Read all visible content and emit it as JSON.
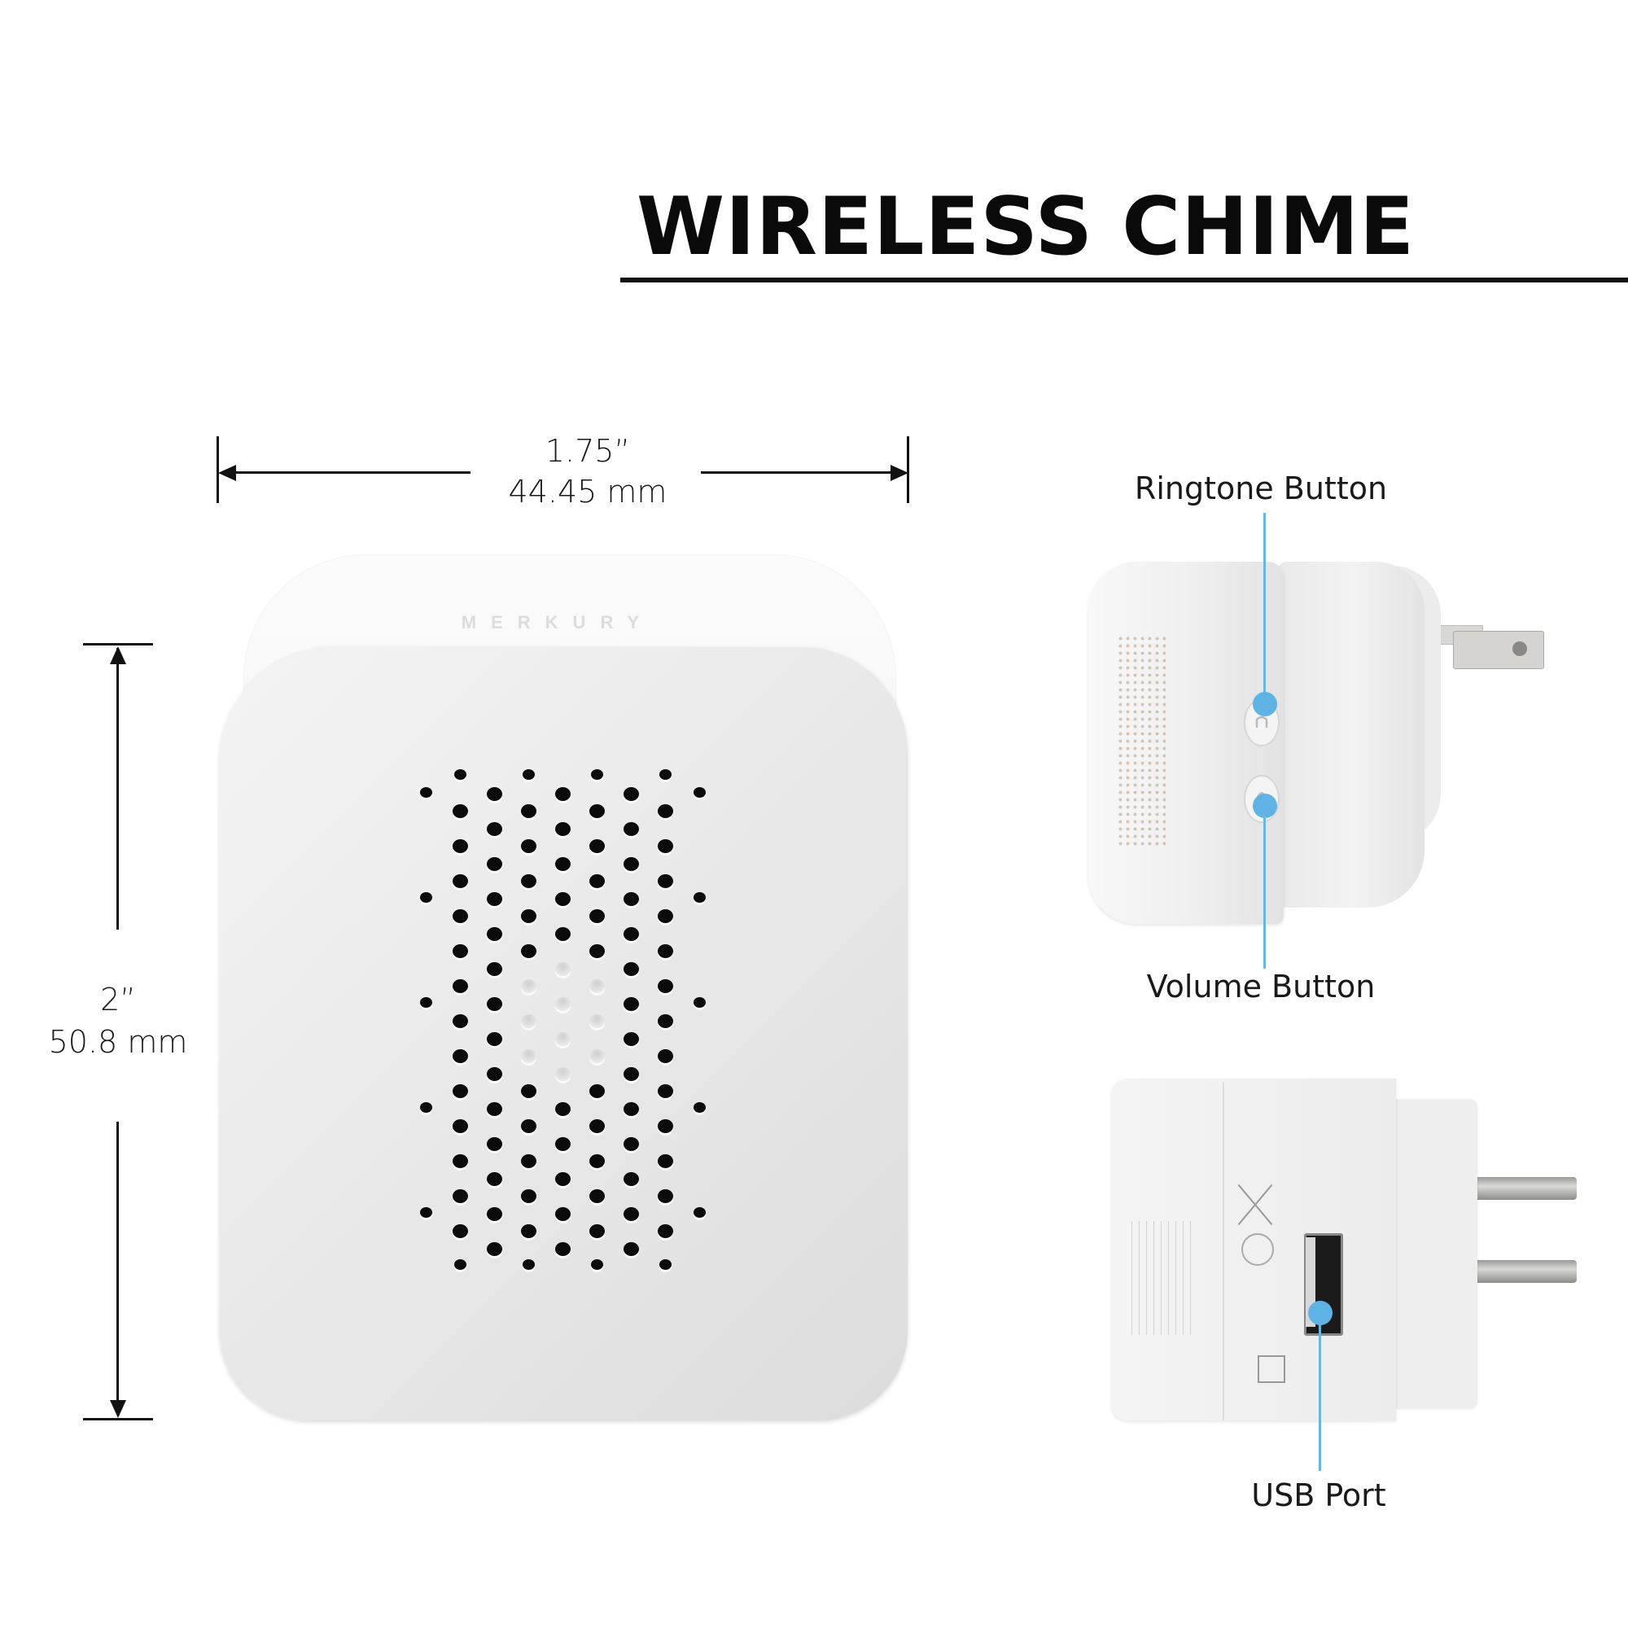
{
  "title": "WIRELESS CHIME",
  "dimensions": {
    "width": {
      "inches": "1.75”",
      "mm": "44.45 mm"
    },
    "height": {
      "inches": "2”",
      "mm": "50.8 mm"
    }
  },
  "device": {
    "brand_emboss": "MERKURY",
    "views": [
      "front",
      "side-buttons",
      "side-usb"
    ]
  },
  "callouts": [
    {
      "label": "Ringtone Button",
      "icon": "music-note-icon"
    },
    {
      "label": "Volume Button",
      "icon": "bell-icon"
    },
    {
      "label": "USB Port",
      "icon": "usb-icon"
    }
  ],
  "colors": {
    "callout_accent": "#5fb3e4",
    "text": "#111111",
    "background": "#ffffff"
  }
}
